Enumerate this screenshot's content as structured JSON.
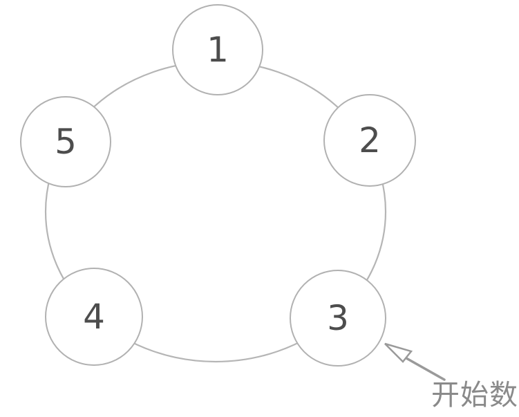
{
  "diagram": {
    "type": "circular-counting-diagram",
    "nodes": [
      {
        "id": 1,
        "label": "1"
      },
      {
        "id": 2,
        "label": "2"
      },
      {
        "id": 3,
        "label": "3"
      },
      {
        "id": 4,
        "label": "4"
      },
      {
        "id": 5,
        "label": "5"
      }
    ],
    "annotation": {
      "text": "开始数",
      "points_to_node": "3"
    },
    "colors": {
      "background": "#ffffff",
      "ring_stroke": "#b5b5b5",
      "node_border": "#b1b1b1",
      "node_fill": "#ffffff",
      "number_text": "#4d4d4d",
      "arrow": "#9a9a9a",
      "arrowhead_fill": "#ffffff",
      "annotation_text": "#8a8a8a"
    }
  }
}
